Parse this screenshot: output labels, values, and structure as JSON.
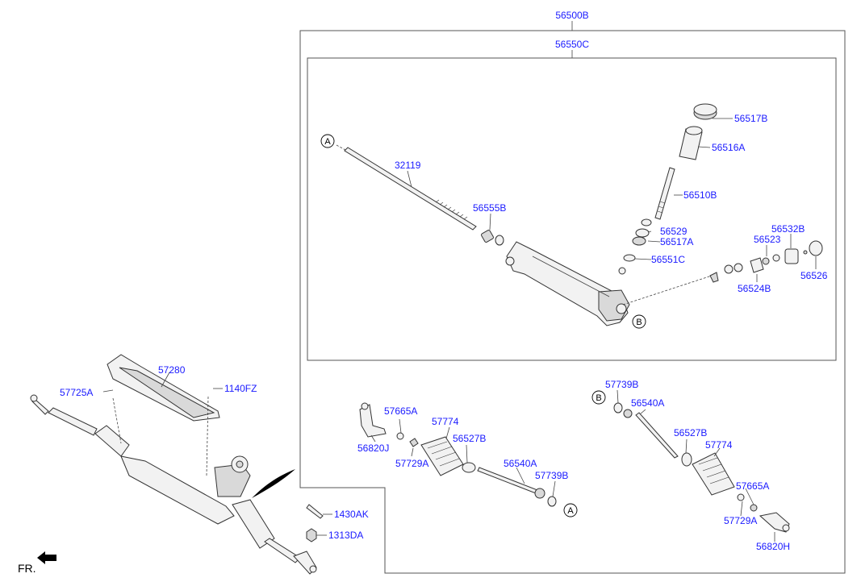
{
  "diagram": {
    "assembly_outer": "56500B",
    "assembly_inner": "56550C",
    "direction_label": "FR.",
    "callouts": {
      "a": "A",
      "b": "B"
    },
    "parts": {
      "p56517B": "56517B",
      "p56516A": "56516A",
      "p32119": "32119",
      "p56510B": "56510B",
      "p56555B": "56555B",
      "p56529": "56529",
      "p56517A": "56517A",
      "p56551C": "56551C",
      "p56532B": "56532B",
      "p56523": "56523",
      "p56524B": "56524B",
      "p56526": "56526",
      "p57280": "57280",
      "p57725A": "57725A",
      "p1140FZ": "1140FZ",
      "p57665A_l": "57665A",
      "p57774_l": "57774",
      "p56820J": "56820J",
      "p56527B_l": "56527B",
      "p57729A_l": "57729A",
      "p56540A_l": "56540A",
      "p57739B_l": "57739B",
      "p57739B_r": "57739B",
      "p56540A_r": "56540A",
      "p56527B_r": "56527B",
      "p57774_r": "57774",
      "p57665A_r": "57665A",
      "p57729A_r": "57729A",
      "p56820H": "56820H",
      "p1430AK": "1430AK",
      "p1313DA": "1313DA"
    }
  }
}
